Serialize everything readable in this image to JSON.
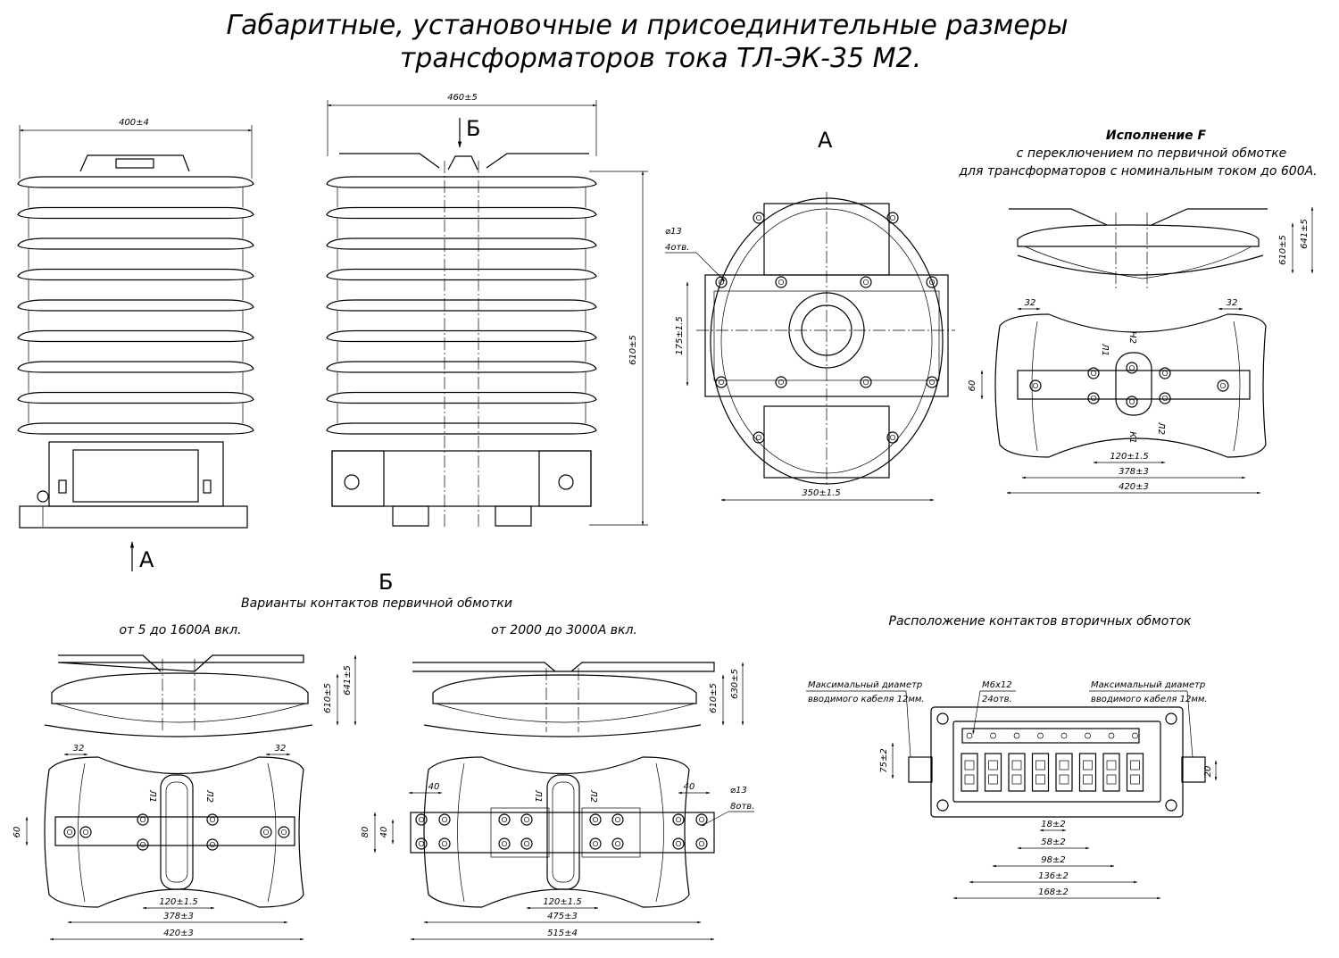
{
  "title": {
    "line1": "Габаритные, установочные и присоединительные размеры",
    "line2": "трансформаторов тока ТЛ-ЭК-35 М2."
  },
  "views": {
    "view_a_label": "А",
    "view_b_label": "Б",
    "arrow_a": "А",
    "arrow_b": "Б"
  },
  "front_view": {
    "width_dim": "400±4"
  },
  "side_view": {
    "width_dim": "460±5",
    "height_dim": "610±5"
  },
  "top_view_a": {
    "hole_note_1": "⌀13",
    "hole_note_2": "4отв.",
    "dim_175": "175±1.5",
    "dim_350": "350±1.5"
  },
  "variant_f": {
    "heading": "Исполнение F",
    "desc1": "с переключением по первичной обмотке",
    "desc2": "для трансформаторов с номинальным током до 600А.",
    "dim_610": "610±5",
    "dim_641": "641±5",
    "dim_32a": "32",
    "dim_32b": "32",
    "dim_60": "60",
    "dim_120": "120±1.5",
    "dim_378": "378±3",
    "dim_420": "420±3",
    "label_l1": "Л1",
    "label_l2": "Л2",
    "label_k1": "К1",
    "label_h2": "Н2"
  },
  "primary_variants": {
    "heading": "Варианты контактов первичной обмотки",
    "v1": {
      "heading": "от 5 до 1600А вкл.",
      "dim_641": "641±5",
      "dim_610": "610±5",
      "dim_32a": "32",
      "dim_32b": "32",
      "dim_60": "60",
      "dim_120": "120±1.5",
      "dim_378": "378±3",
      "dim_420": "420±3",
      "label_l1": "Л1",
      "label_l2": "Л2"
    },
    "v2": {
      "heading": "от 2000 до 3000А вкл.",
      "dim_630": "630±5",
      "dim_610": "610±5",
      "dim_40a": "40",
      "dim_40b": "40",
      "dim_40c": "40",
      "dim_80": "80",
      "hole_1": "⌀13",
      "hole_2": "8отв.",
      "dim_120": "120±1.5",
      "dim_475": "475±3",
      "dim_515": "515±4",
      "label_l1": "Л1",
      "label_l2": "Л2"
    }
  },
  "secondary": {
    "heading": "Расположение контактов вторичных обмоток",
    "left_note_1": "Максимальный диаметр",
    "left_note_2": "вводимого кабеля 12мм.",
    "right_note_1": "Максимальный диаметр",
    "right_note_2": "вводимого кабеля 12мм.",
    "screw_1": "М6x12",
    "screw_2": "24отв.",
    "dim_75": "75±2",
    "dim_20": "20",
    "dim_18": "18±2",
    "dim_58": "58±2",
    "dim_98": "98±2",
    "dim_136": "136±2",
    "dim_168": "168±2"
  }
}
